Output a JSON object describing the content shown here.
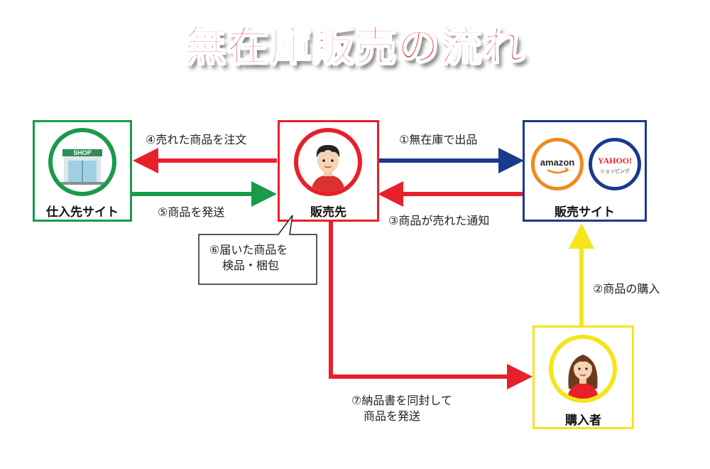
{
  "title": "無在庫販売の流れ",
  "nodes": {
    "supplier": {
      "label": "仕入先サイト",
      "shop_sign": "SHOP"
    },
    "seller": {
      "label": "販売先"
    },
    "marketplace": {
      "label": "販売サイト",
      "amazon_logo": "amazon",
      "yahoo_logo": "YAHOO!",
      "yahoo_sub": "ショッピング"
    },
    "buyer": {
      "label": "購入者"
    }
  },
  "steps": {
    "s1": "①無在庫で出品",
    "s2": "②商品の購入",
    "s3": "③商品が売れた通知",
    "s4": "④売れた商品を注文",
    "s5": "⑤商品を発送",
    "s6_line1": "⑥届いた商品を",
    "s6_line2": "検品・梱包",
    "s7_line1": "⑦納品書を同封して",
    "s7_line2": "商品を発送"
  },
  "colors": {
    "red": "#e8202a",
    "green": "#1a9a4b",
    "blue": "#1a3a8c",
    "yellow": "#f5e51a",
    "orange": "#f08a1c"
  }
}
